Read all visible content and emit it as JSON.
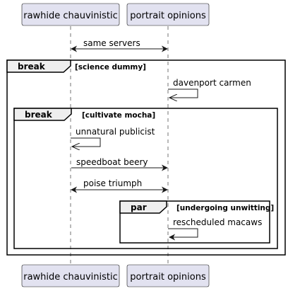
{
  "diagram": {
    "type": "sequence",
    "participants": [
      "rawhide chauvinistic",
      "portrait opinions"
    ],
    "messages": [
      {
        "label": "same servers"
      },
      {
        "label": "davenport carmen"
      },
      {
        "label": "unnatural publicist"
      },
      {
        "label": "speedboat beery"
      },
      {
        "label": "poise triumph"
      },
      {
        "label": "rescheduled macaws"
      }
    ],
    "fragments": [
      {
        "keyword": "break",
        "condition": "[science dummy]"
      },
      {
        "keyword": "break",
        "condition": "[cultivate mocha]"
      },
      {
        "keyword": "par",
        "condition": "[undergoing unwitting]"
      }
    ]
  },
  "colors": {
    "participant_fill": "#e2e2f0",
    "participant_border": "#181818",
    "fragment_header_fill": "#eeeeee",
    "line": "#181818"
  }
}
